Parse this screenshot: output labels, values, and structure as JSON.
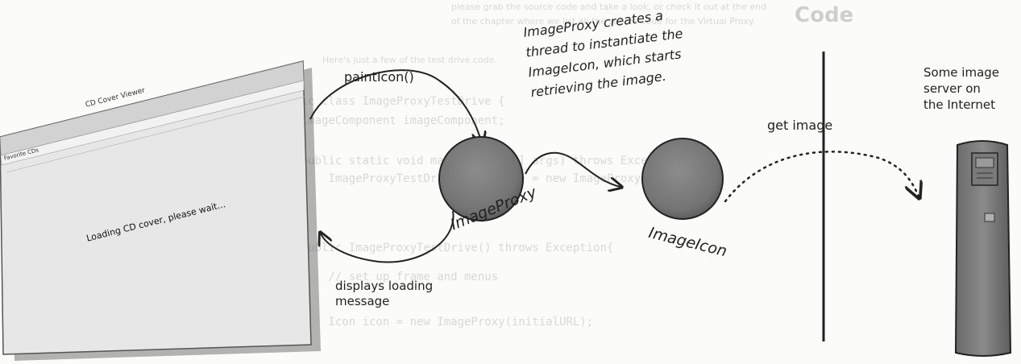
{
  "screen": {
    "title_bar": "CD Cover Viewer",
    "menu": "Favorite CDs",
    "loading_message": "Loading CD cover, please wait..."
  },
  "labels": {
    "paint_icon": "paintIcon()",
    "displays_loading": "displays loading\nmessage",
    "image_proxy": "ImageProxy",
    "image_icon": "ImageIcon",
    "proxy_note": "ImageProxy creates a\nthread to instantiate the\nImageIcon, which starts\nretrieving the image.",
    "get_image": "get image",
    "server_caption": "Some image\nserver on\nthe Internet"
  },
  "background": {
    "heading": "Code",
    "lines": [
      "please grab the source code and take a look, or check it out at the end",
      "of the chapter where we list all the source code for the Virtual Proxy.",
      "Here's just a few of the test drive code.",
      "public class ImageProxyTestDrive {",
      "    ImageComponent imageComponent;",
      "    public static void main (String[] args) throws Exception {",
      "        ImageProxyTestDrive testDrive = new ImageProxyTestDrive();",
      "    public ImageProxyTestDrive() throws Exception{",
      "        // set up frame and menus",
      "        Icon icon = new ImageProxy(initialURL);"
    ]
  },
  "colors": {
    "sphere": "#777777",
    "ink": "#222222",
    "bg_text": "#d9d9d4"
  }
}
